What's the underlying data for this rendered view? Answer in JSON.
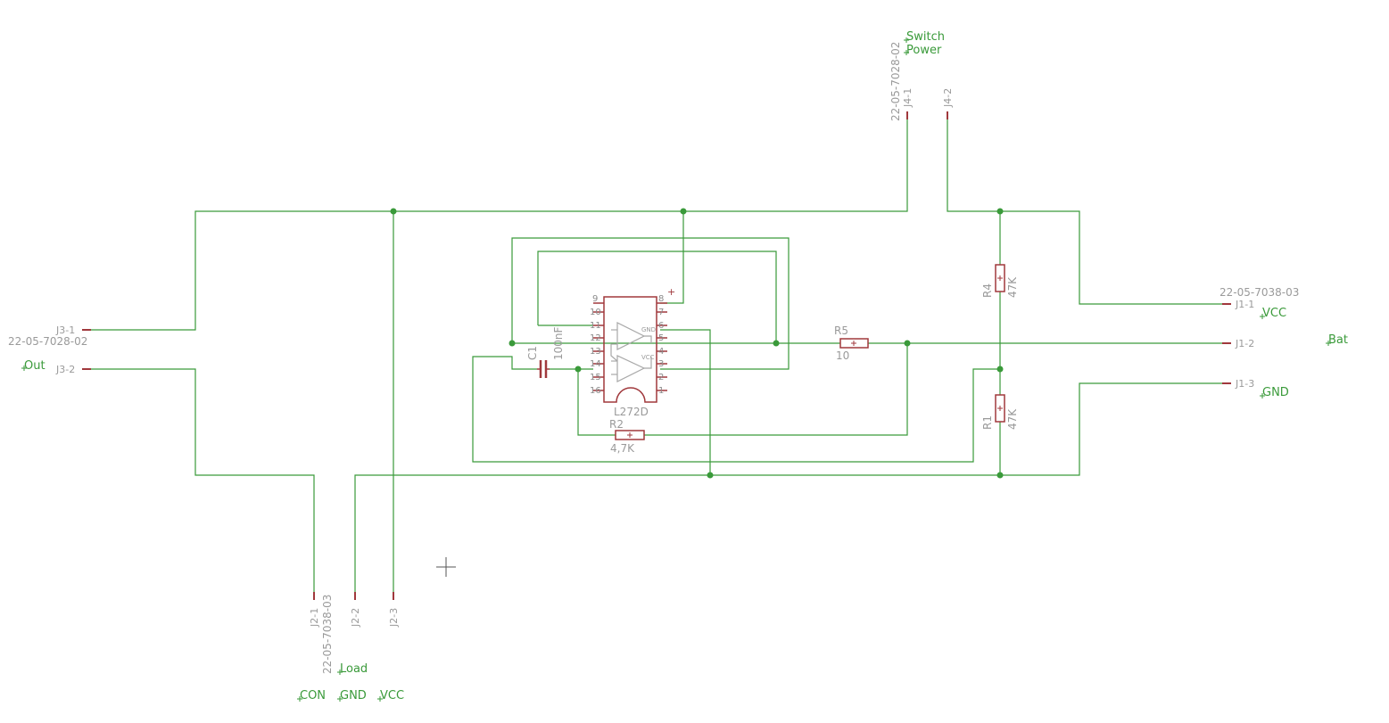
{
  "connectors": {
    "j4": {
      "part_no": "22-05-7028-02",
      "pin1": "J4-1",
      "pin2": "J4-2",
      "label_line1": "Switch",
      "label_line2": "Power"
    },
    "j3": {
      "part_no": "22-05-7028-02",
      "pin1": "J3-1",
      "pin2": "J3-2",
      "label": "Out"
    },
    "j1": {
      "part_no": "22-05-7038-03",
      "pin1": "J1-1",
      "pin2": "J1-2",
      "pin3": "J1-3",
      "label1": "VCC",
      "label2": "Bat",
      "label3": "GND"
    },
    "j2": {
      "part_no": "22-05-7038-03",
      "pin1": "J2-1",
      "pin2": "J2-2",
      "pin3": "J2-3",
      "label": "Load",
      "label1": "CON",
      "label2": "GND",
      "label3": "VCC"
    }
  },
  "components": {
    "ic": {
      "name": "L272D",
      "plus_mark": "+",
      "left_pins": [
        "9",
        "10",
        "11",
        "12",
        "13",
        "14",
        "15",
        "16"
      ],
      "right_pins": [
        "8",
        "7",
        "6",
        "5",
        "4",
        "3",
        "2",
        "1"
      ],
      "gnd_text": "GND",
      "vcc_text": "VCC"
    },
    "c1": {
      "name": "C1",
      "value": "100nF"
    },
    "r2": {
      "name": "R2",
      "value": "4,7K"
    },
    "r5": {
      "name": "R5",
      "value": "10"
    },
    "r4": {
      "name": "R4",
      "value": "47K"
    },
    "r1": {
      "name": "R1",
      "value": "47K"
    }
  },
  "colors": {
    "wire": "#3a9a3a",
    "part": "#a0383c",
    "text": "#9a9a9a",
    "label": "#3a9a3a"
  }
}
